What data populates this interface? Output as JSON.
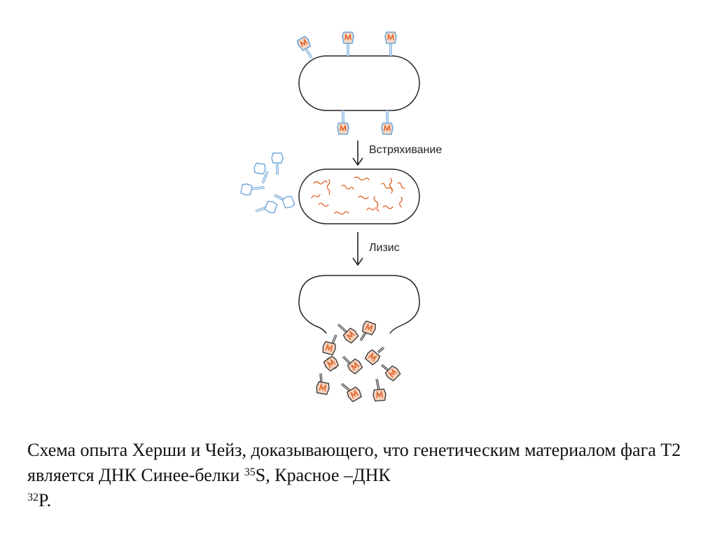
{
  "diagram": {
    "steps": [
      {
        "label": "Встряхивание"
      },
      {
        "label": "Лизис"
      }
    ],
    "colors": {
      "protein_coat": "#6fa6d8",
      "dna": "#e0642a",
      "outline": "#222222"
    }
  },
  "caption": {
    "text_1": "Схема опыта Херши и Чейз, доказывающего, что генетическим материалом фага Т2 является ДНК Синее-белки ",
    "sup_1": "35",
    "text_2": "S, Красное –ДНК ",
    "sup_2": "32",
    "text_3": "P."
  }
}
